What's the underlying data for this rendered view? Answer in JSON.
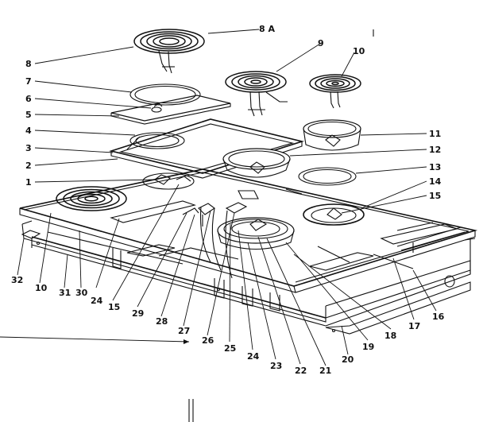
{
  "callouts": {
    "c1": "1",
    "c2": "2",
    "c3": "3",
    "c4": "4",
    "c5": "5",
    "c6": "6",
    "c7": "7",
    "c8": "8",
    "c8a": "8 A",
    "c9": "9",
    "c10a": "10",
    "c10b": "10",
    "c11": "11",
    "c12": "12",
    "c13": "13",
    "c14": "14",
    "c15a": "15",
    "c15b": "15",
    "c16": "16",
    "c17": "17",
    "c18": "18",
    "c19": "19",
    "c20": "20",
    "c21": "21",
    "c22": "22",
    "c23": "23",
    "c24a": "24",
    "c24b": "24",
    "c25": "25",
    "c26": "26",
    "c27": "27",
    "c28": "28",
    "c29": "29",
    "c30": "30",
    "c31": "31",
    "c32": "32"
  }
}
